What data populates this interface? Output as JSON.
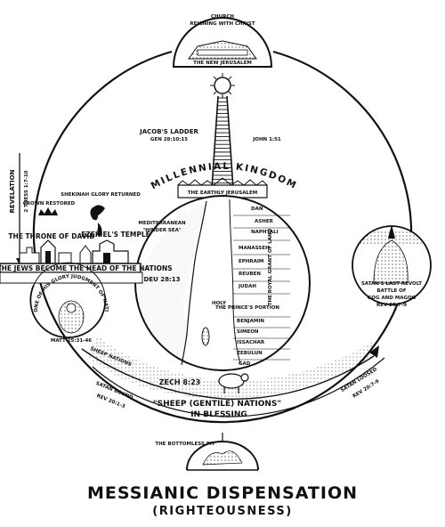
{
  "top": {
    "church_label": "Church",
    "church_sub": "Reigning with Christ",
    "new_jerusalem": "The New Jerusalem"
  },
  "ladder": {
    "title": "Jacob's Ladder",
    "ref_left": "Gen 28:10:15",
    "ref_right": "John 1:51"
  },
  "kingdom": {
    "title": "Millennial Kingdom",
    "earthly_jerusalem": "The Earthly Jerusalem",
    "mediterranean": "Mediterranean",
    "mediterranean_sub": "\"Hinder Sea\"",
    "tribes": [
      "Dan",
      "Asher",
      "Naphtali",
      "Manasseh",
      "Ephraim",
      "Reuben",
      "Judah",
      "Benjamin",
      "Simeon",
      "Issachar",
      "Zebulun",
      "Gad"
    ],
    "holy": "Holy",
    "princes_portion": "The Prince's Portion",
    "royal_grant": "The Royal Grant of Land"
  },
  "left": {
    "revelation": "Revelation",
    "revelation_ref": "2 Thess 1:7-10",
    "crown": "Crown Restored",
    "glory": "Shekinah Glory Returned",
    "throne": "The Throne of David",
    "temple": "Ezekiel's Temple",
    "jews_banner": "The Jews Become The Head Of The Nations",
    "jews_ref": "Deu 28:13",
    "judgment": "Throne of His Glory Judgment of Nations",
    "judgment_ref": "Matt 25:31-46"
  },
  "right": {
    "revolt": "Satan's Last Revolt",
    "battle": "Battle of",
    "battle2": "Gog and Magog",
    "revolt_ref": "Rev 20:7-9",
    "loosed": "Satan Loosed",
    "loosed_ref": "Rev 20:7-9"
  },
  "bottom": {
    "sheep_nations": "Sheep Nations",
    "zech": "Zech 8:23",
    "sheep_gentile": "\"Sheep (Gentile) Nations\"",
    "blessing": "In Blessing",
    "satan_bound": "Satan Bound",
    "satan_bound_ref": "Rev 20:1-3",
    "bottomless": "The Bottomless Pit"
  },
  "caption": {
    "title": "Messianic Dispensation",
    "subtitle": "(Righteousness)"
  }
}
